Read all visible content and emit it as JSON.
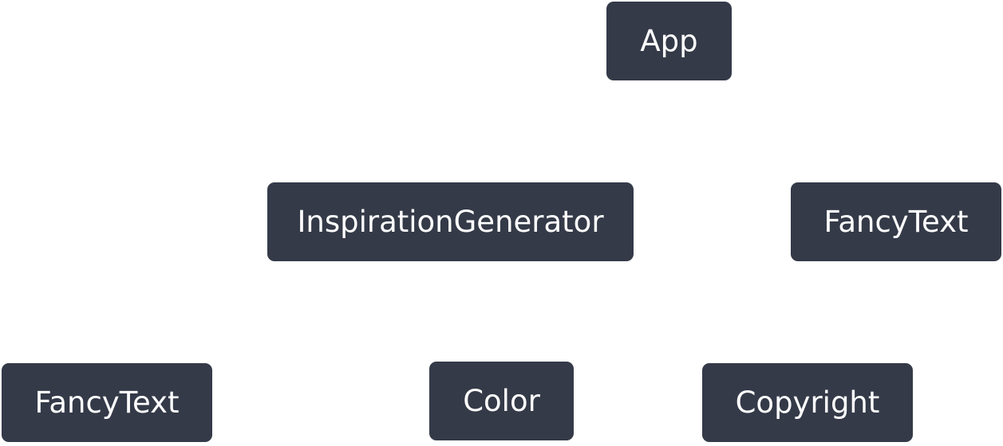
{
  "nodes": {
    "app": "App",
    "inspiration_generator": "InspirationGenerator",
    "fancy_text_right": "FancyText",
    "fancy_text_left": "FancyText",
    "color": "Color",
    "copyright": "Copyright"
  },
  "colors": {
    "node_background": "#343a48",
    "node_text": "#ffffff",
    "page_background": "#ffffff"
  }
}
